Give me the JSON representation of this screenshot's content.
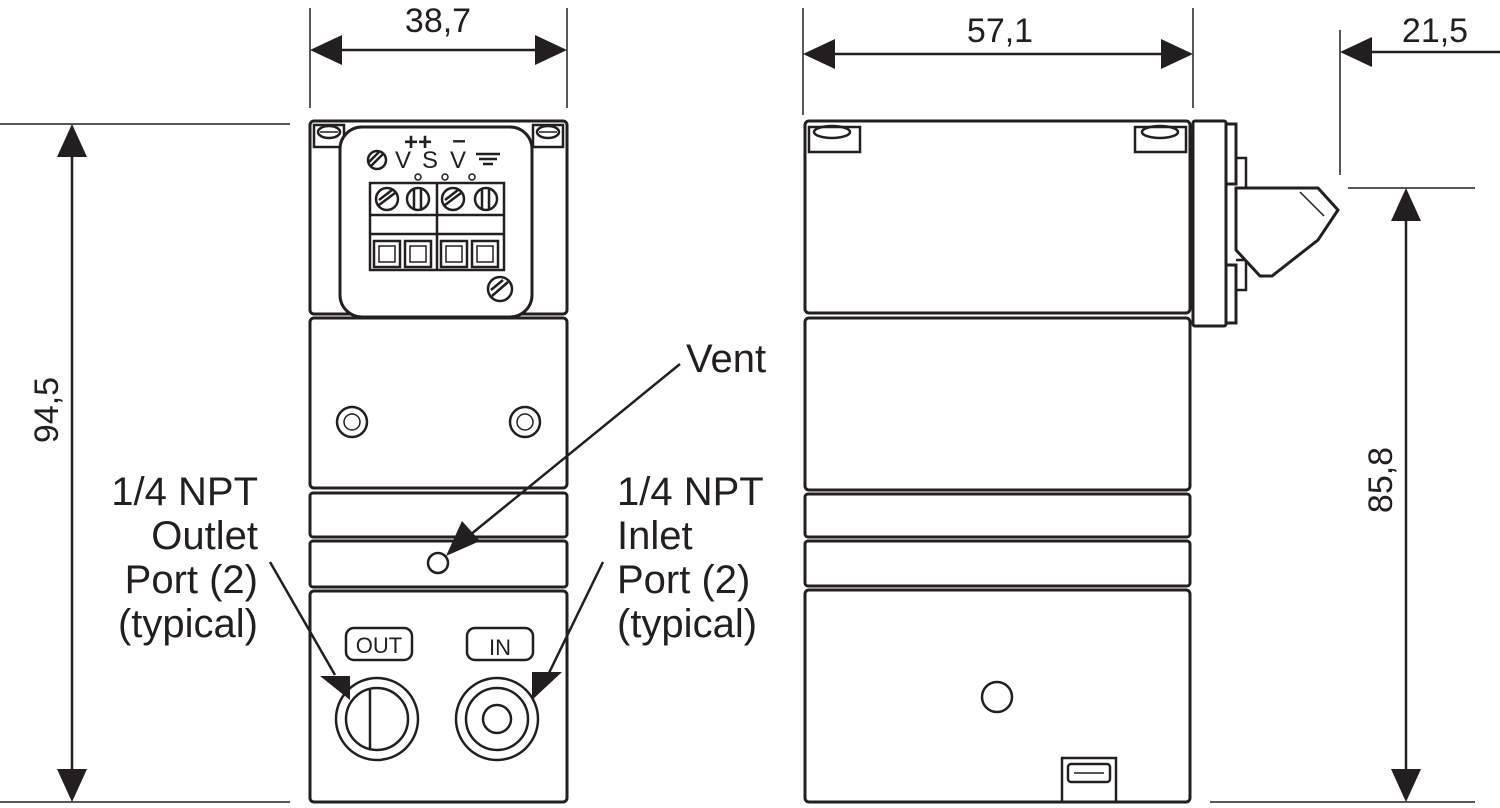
{
  "dimensions": {
    "front_width": "38,7",
    "side_depth": "57,1",
    "bracket_depth": "21,5",
    "overall_height": "94,5",
    "body_height": "85,8"
  },
  "terminals": {
    "plus_plus": "++",
    "minus": "–",
    "labels": [
      "V",
      "S",
      "V"
    ]
  },
  "ports": {
    "out_label": "OUT",
    "in_label": "IN"
  },
  "callouts": {
    "vent": "Vent",
    "outlet": [
      "1/4 NPT",
      "Outlet",
      "Port (2)",
      "(typical)"
    ],
    "inlet": [
      "1/4 NPT",
      "Inlet",
      "Port (2)",
      "(typical)"
    ]
  }
}
